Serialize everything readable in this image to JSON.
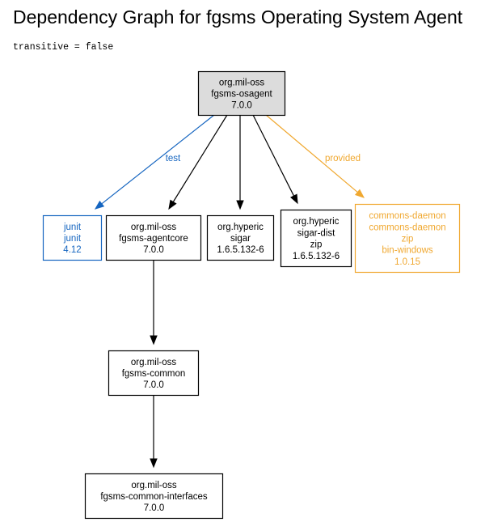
{
  "title": "Dependency Graph for fgsms Operating System Agent",
  "subtitle": "transitive = false",
  "colors": {
    "default": "#000000",
    "test": "#1565c0",
    "provided": "#f0a830",
    "root_fill": "#dcdcdc"
  },
  "nodes": [
    {
      "id": "osagent",
      "lines": [
        "org.mil-oss",
        "fgsms-osagent",
        "7.0.0"
      ],
      "scope": "root"
    },
    {
      "id": "junit",
      "lines": [
        "junit",
        "junit",
        "4.12"
      ],
      "scope": "test"
    },
    {
      "id": "agentcore",
      "lines": [
        "org.mil-oss",
        "fgsms-agentcore",
        "7.0.0"
      ],
      "scope": "compile"
    },
    {
      "id": "sigar",
      "lines": [
        "org.hyperic",
        "sigar",
        "1.6.5.132-6"
      ],
      "scope": "compile"
    },
    {
      "id": "sigardist",
      "lines": [
        "org.hyperic",
        "sigar-dist",
        "zip",
        "1.6.5.132-6"
      ],
      "scope": "compile"
    },
    {
      "id": "daemon",
      "lines": [
        "commons-daemon",
        "commons-daemon",
        "zip",
        "bin-windows",
        "1.0.15"
      ],
      "scope": "provided"
    },
    {
      "id": "common",
      "lines": [
        "org.mil-oss",
        "fgsms-common",
        "7.0.0"
      ],
      "scope": "compile"
    },
    {
      "id": "interfaces",
      "lines": [
        "org.mil-oss",
        "fgsms-common-interfaces",
        "7.0.0"
      ],
      "scope": "compile"
    }
  ],
  "edges": [
    {
      "from": "osagent",
      "to": "junit",
      "label": "test",
      "scope": "test"
    },
    {
      "from": "osagent",
      "to": "agentcore",
      "label": "",
      "scope": "compile"
    },
    {
      "from": "osagent",
      "to": "sigar",
      "label": "",
      "scope": "compile"
    },
    {
      "from": "osagent",
      "to": "sigardist",
      "label": "",
      "scope": "compile"
    },
    {
      "from": "osagent",
      "to": "daemon",
      "label": "provided",
      "scope": "provided"
    },
    {
      "from": "agentcore",
      "to": "common",
      "label": "",
      "scope": "compile"
    },
    {
      "from": "common",
      "to": "interfaces",
      "label": "",
      "scope": "compile"
    }
  ]
}
